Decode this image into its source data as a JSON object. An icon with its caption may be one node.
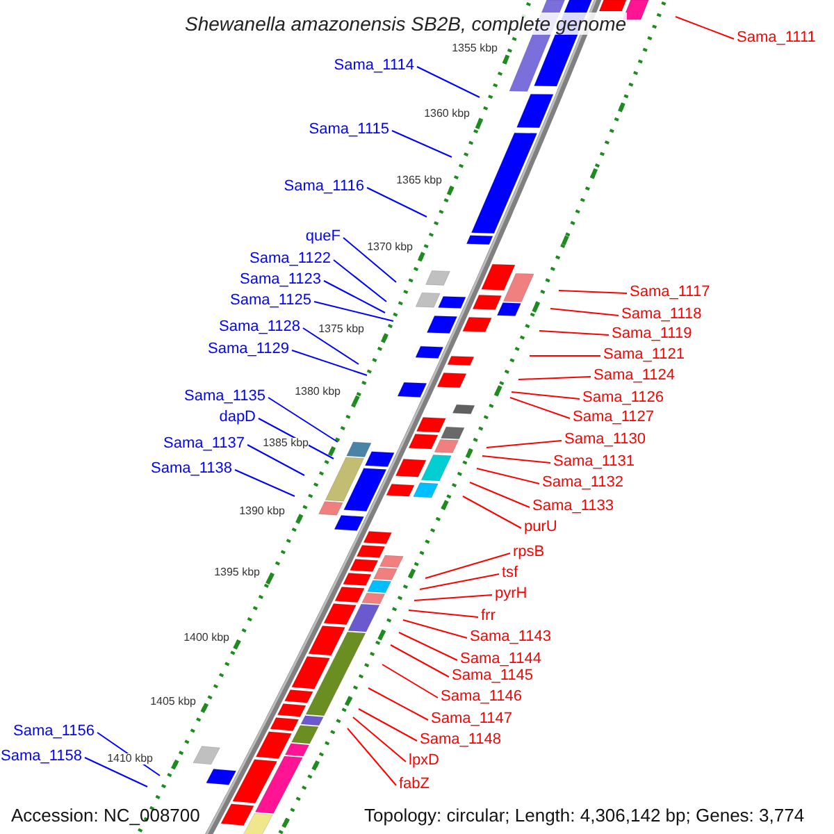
{
  "diagram": {
    "title": "Shewanella amazonensis SB2B, complete genome",
    "nodes": [
      {
        "text": [
          "Sama_1111"
        ]
      },
      {
        "text": [
          "Sama_1114"
        ]
      },
      {
        "text": [
          "Sama_1115"
        ]
      },
      {
        "text": [
          "Sama_1116"
        ]
      },
      {
        "text": [
          "queF"
        ]
      },
      {
        "text": [
          "Sama_1122"
        ]
      },
      {
        "text": [
          "Sama_1123"
        ]
      },
      {
        "text": [
          "Sama_1125"
        ]
      },
      {
        "text": [
          "Sama_1128"
        ]
      },
      {
        "text": [
          "Sama_1129"
        ]
      },
      {
        "text": [
          "Sama_1135"
        ]
      },
      {
        "text": [
          "dapD"
        ]
      },
      {
        "text": [
          "Sama_1137"
        ]
      },
      {
        "text": [
          "Sama_1138"
        ]
      },
      {
        "text": [
          "Sama_1156"
        ]
      },
      {
        "text": [
          "Sama_1158"
        ]
      },
      {
        "text": [
          "Sama_1117"
        ]
      },
      {
        "text": [
          "Sama_1118"
        ]
      },
      {
        "text": [
          "Sama_1119"
        ]
      },
      {
        "text": [
          "Sama_1121"
        ]
      },
      {
        "text": [
          "Sama_1124"
        ]
      },
      {
        "text": [
          "Sama_1126"
        ]
      },
      {
        "text": [
          "Sama_1127"
        ]
      },
      {
        "text": [
          "Sama_1130"
        ]
      },
      {
        "text": [
          "Sama_1131"
        ]
      },
      {
        "text": [
          "Sama_1132"
        ]
      },
      {
        "text": [
          "Sama_1133"
        ]
      },
      {
        "text": [
          "purU"
        ]
      },
      {
        "text": [
          "rpsB"
        ]
      },
      {
        "text": [
          "tsf"
        ]
      },
      {
        "text": [
          "pyrH"
        ]
      },
      {
        "text": [
          "frr"
        ]
      },
      {
        "text": [
          "Sama_1143"
        ]
      },
      {
        "text": [
          "Sama_1144"
        ]
      },
      {
        "text": [
          "Sama_1145"
        ]
      },
      {
        "text": [
          "Sama_1146"
        ]
      },
      {
        "text": [
          "Sama_1147"
        ]
      },
      {
        "text": [
          "Sama_1148"
        ]
      },
      {
        "text": [
          "lpxD"
        ]
      },
      {
        "text": [
          "fabZ"
        ]
      }
    ],
    "edges": [
      {
        "from": 0,
        "to": null,
        "arrow": "none"
      },
      {
        "from": 1,
        "to": null,
        "arrow": "none",
        "color": "#0000ff"
      },
      {
        "from": 2,
        "to": null,
        "arrow": "none",
        "color": "#0000ff"
      },
      {
        "from": 3,
        "to": null,
        "arrow": "none",
        "color": "#0000ff"
      },
      {
        "from": 4,
        "to": null,
        "arrow": "none",
        "color": "#0000ff"
      },
      {
        "from": 5,
        "to": null,
        "arrow": "none",
        "color": "#0000ff"
      },
      {
        "from": 6,
        "to": null,
        "arrow": "none",
        "color": "#0000ff"
      },
      {
        "from": 7,
        "to": null,
        "arrow": "none",
        "color": "#0000ff"
      },
      {
        "from": 8,
        "to": null,
        "arrow": "none",
        "color": "#0000ff"
      },
      {
        "from": 9,
        "to": null,
        "arrow": "none",
        "color": "#0000ff"
      },
      {
        "from": 10,
        "to": null,
        "arrow": "none",
        "color": "#0000ff"
      },
      {
        "from": 11,
        "to": null,
        "arrow": "none",
        "color": "#0000ff"
      },
      {
        "from": 12,
        "to": null,
        "arrow": "none",
        "color": "#0000ff"
      },
      {
        "from": 13,
        "to": null,
        "arrow": "none",
        "color": "#0000ff"
      },
      {
        "from": 14,
        "to": null,
        "arrow": "none",
        "color": "#0000ff"
      },
      {
        "from": 15,
        "to": null,
        "arrow": "none",
        "color": "#0000ff"
      },
      {
        "from": 16,
        "to": null,
        "arrow": "none"
      },
      {
        "from": 17,
        "to": null,
        "arrow": "none"
      },
      {
        "from": 18,
        "to": null,
        "arrow": "none"
      },
      {
        "from": 19,
        "to": null,
        "arrow": "none"
      },
      {
        "from": 20,
        "to": null,
        "arrow": "none"
      },
      {
        "from": 21,
        "to": null,
        "arrow": "none"
      },
      {
        "from": 22,
        "to": null,
        "arrow": "none"
      },
      {
        "from": 23,
        "to": null,
        "arrow": "none"
      },
      {
        "from": 24,
        "to": null,
        "arrow": "none"
      },
      {
        "from": 25,
        "to": null,
        "arrow": "none"
      },
      {
        "from": 26,
        "to": null,
        "arrow": "none"
      },
      {
        "from": 27,
        "to": null,
        "arrow": "none"
      },
      {
        "from": 28,
        "to": null,
        "arrow": "none"
      },
      {
        "from": 29,
        "to": null,
        "arrow": "none"
      },
      {
        "from": 30,
        "to": null,
        "arrow": "none"
      },
      {
        "from": 31,
        "to": null,
        "arrow": "none"
      },
      {
        "from": 32,
        "to": null,
        "arrow": "none"
      },
      {
        "from": 33,
        "to": null,
        "arrow": "none"
      },
      {
        "from": 34,
        "to": null,
        "arrow": "none"
      },
      {
        "from": 35,
        "to": null,
        "arrow": "none"
      },
      {
        "from": 36,
        "to": null,
        "arrow": "none"
      },
      {
        "from": 37,
        "to": null,
        "arrow": "none"
      },
      {
        "from": 38,
        "to": null,
        "arrow": "none"
      },
      {
        "from": 39,
        "to": null,
        "arrow": "none"
      }
    ],
    "labels": [
      "1355 kbp",
      "1360 kbp",
      "1365 kbp",
      "1370 kbp",
      "1375 kbp",
      "1380 kbp",
      "1385 kbp",
      "1390 kbp",
      "1395 kbp",
      "1400 kbp",
      "1405 kbp",
      "1410 kbp",
      "Accession: NC_008700",
      "Topology: circular; Length: 4,306,142 bp; Genes: 3,774"
    ]
  }
}
